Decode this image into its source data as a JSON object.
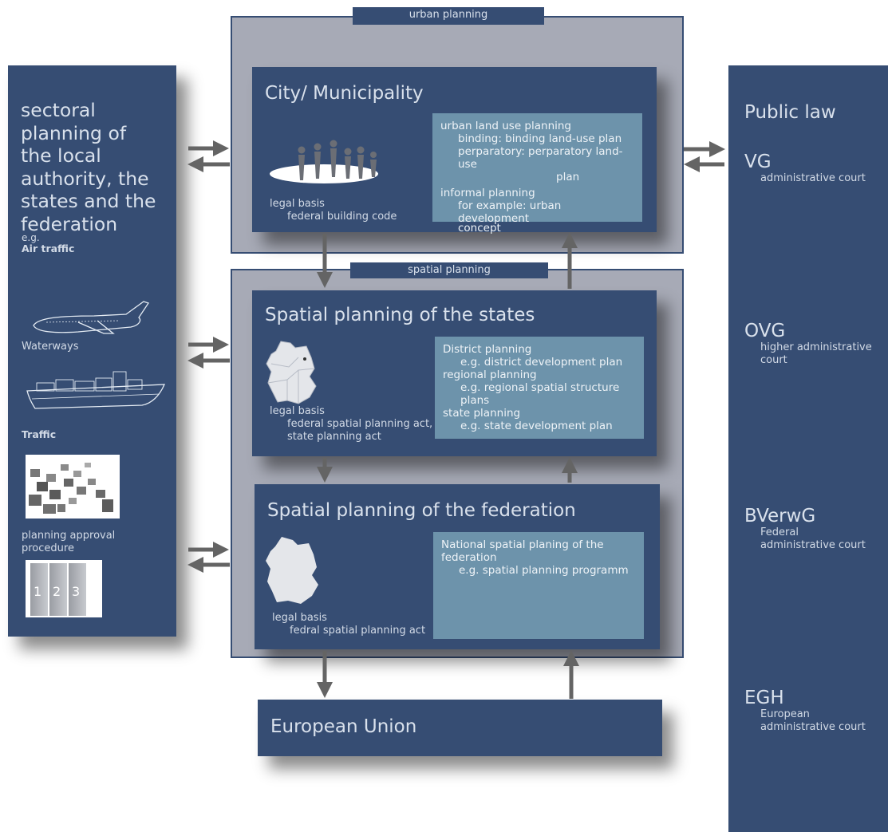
{
  "left_panel": {
    "heading": [
      "sectoral",
      "planning of",
      "the local",
      "authority, the",
      "states and the",
      "federation"
    ],
    "eg": "e.g.",
    "air": "Air traffic",
    "waterways": "Waterways",
    "traffic": "Traffic",
    "approval": [
      "planning approval",
      "procedure"
    ],
    "binder_numbers": [
      "1",
      "2",
      "3"
    ]
  },
  "urban_tag": "urban planning",
  "spatial_tag": "spatial planning",
  "city": {
    "title": "City/ Municipality",
    "legal1": "legal basis",
    "legal2": "federal building code",
    "items": [
      "urban land use planning",
      "binding: binding land-use plan",
      "perparatory: perparatory land-use",
      "plan",
      "informal planning",
      "for example: urban development",
      "concept"
    ]
  },
  "states": {
    "title": "Spatial planning of the states",
    "legal1": "legal basis",
    "legal2": "federal spatial planning act,",
    "legal3": "state planning act",
    "items": [
      "District planning",
      "e.g. district development plan",
      "regional planning",
      "e.g. regional spatial structure plans",
      "state planning",
      "e.g. state development plan"
    ]
  },
  "federation": {
    "title": "Spatial planning of the federation",
    "legal1": "legal basis",
    "legal2": "fedral spatial planning act",
    "items": [
      "National spatial planing of the",
      "federation",
      "e.g. spatial planning programm"
    ]
  },
  "eu": {
    "title": "European Union"
  },
  "right_panel": {
    "heading": "Public law",
    "courts": [
      {
        "abbr": "VG",
        "desc": [
          "administrative court"
        ]
      },
      {
        "abbr": "OVG",
        "desc": [
          "higher administrative",
          "court"
        ]
      },
      {
        "abbr": "BVerwG",
        "desc": [
          "Federal",
          "administrative court"
        ]
      },
      {
        "abbr": "EGH",
        "desc": [
          "European",
          "administrative court"
        ]
      }
    ]
  },
  "colors": {
    "navy": "#364d73",
    "light_box": "#6d93ab",
    "grey_frame": "#a7aab6",
    "arrow": "#646464"
  }
}
